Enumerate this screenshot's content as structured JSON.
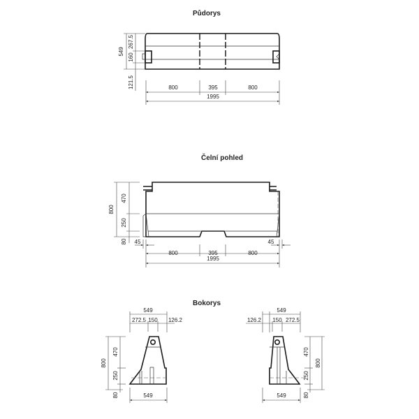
{
  "views": {
    "plan": {
      "title": "Půdorys",
      "dims": {
        "width": "549",
        "w1": "267.5",
        "w2": "160",
        "w3": "121.5",
        "seg1": "800",
        "seg2": "395",
        "seg3": "800",
        "total": "1995"
      }
    },
    "front": {
      "title": "Čelní pohled",
      "dims": {
        "height": "800",
        "h1": "470",
        "h2": "250",
        "h3": "80",
        "offset_left": "45",
        "offset_right": "45",
        "seg1": "800",
        "seg2": "395",
        "seg3": "800",
        "total": "1995"
      }
    },
    "side": {
      "title": "Bokorys",
      "left": {
        "top": "549",
        "a": "272.5",
        "b": "150",
        "c": "126.2",
        "bottom": "549",
        "height": "800",
        "h1": "470",
        "h2": "250",
        "h3": "80"
      },
      "right": {
        "top": "549",
        "a": "126.2",
        "b": "150",
        "c": "272.5",
        "bottom": "549",
        "height": "800",
        "h1": "470",
        "h2": "250",
        "h3": "80"
      }
    }
  }
}
